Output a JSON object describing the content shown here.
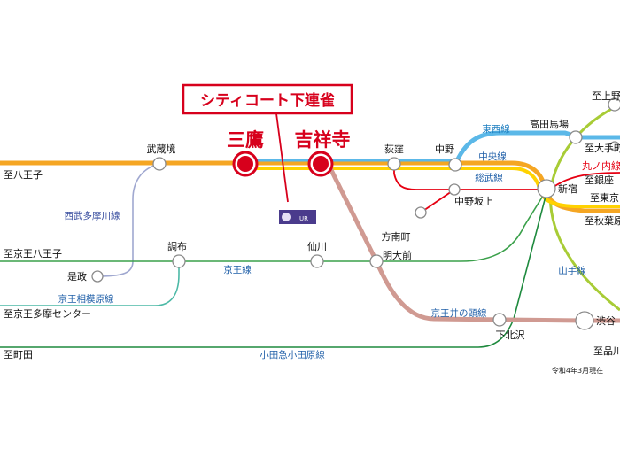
{
  "colors": {
    "chuo_rapid": "#f5a623",
    "chuo_sobu": "#ffd200",
    "tozai": "#5bb8e8",
    "marunouchi": "#e60012",
    "seibu_tamagawa": "#a0a8d0",
    "keio": "#3aa04a",
    "keio_sagamihara": "#4cb9a6",
    "inokashira": "#d09a92",
    "odakyu": "#1e8a3e",
    "yamanote": "#a8cc36",
    "accent_red": "#d7001c"
  },
  "callout": {
    "title": "シティコート下連雀"
  },
  "logo": {
    "text": "UR"
  },
  "stations": {
    "mitaka": "三鷹",
    "kichijoji": "吉祥寺",
    "musashisakai": "武蔵境",
    "ogikubo": "荻窪",
    "nakano": "中野",
    "takadanobaba": "高田馬場",
    "shinjuku": "新宿",
    "nakano_sakaue": "中野坂上",
    "honancho": "方南町",
    "chofu": "調布",
    "sengawa": "仙川",
    "meidaimae": "明大前",
    "koremasa": "是政",
    "shimokitazawa": "下北沢",
    "shibuya": "渋谷"
  },
  "destinations": {
    "hachioji": "至八王子",
    "keio_hachioji": "至京王八王子",
    "tama_center": "至京王多摩センター",
    "machida": "至町田",
    "ueno": "至上野",
    "otemachi": "至大手町",
    "marunouchi_line": "丸ノ内線",
    "ginza": "至銀座",
    "tokyo": "至東京",
    "akihabara": "至秋葉原",
    "shinagawa": "至品川"
  },
  "lines": {
    "tozai": "東西線",
    "chuo": "中央線",
    "sobu": "総武線",
    "seibu_tamagawa": "西武多摩川線",
    "keio": "京王線",
    "keio_sagamihara": "京王相模原線",
    "yamanote": "山手線",
    "inokashira": "京王井の頭線",
    "odakyu": "小田急小田原線"
  },
  "note": "令和4年3月現在"
}
